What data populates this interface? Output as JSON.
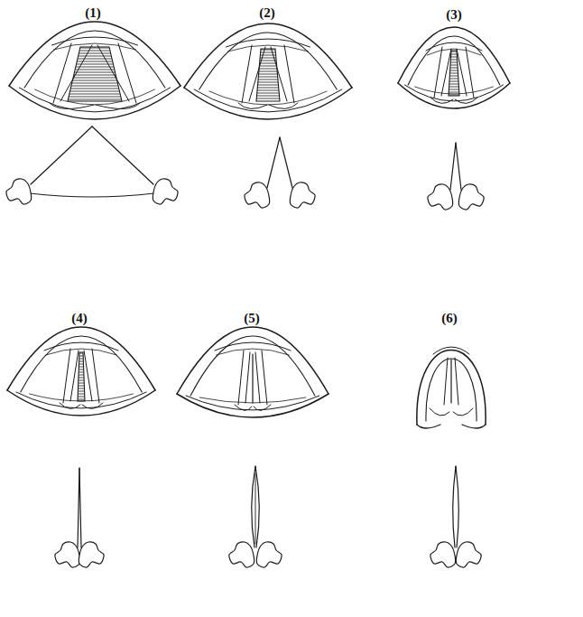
{
  "diagram": {
    "labels": [
      "(1)",
      "(2)",
      "(3)",
      "(4)",
      "(5)",
      "(6)"
    ]
  }
}
